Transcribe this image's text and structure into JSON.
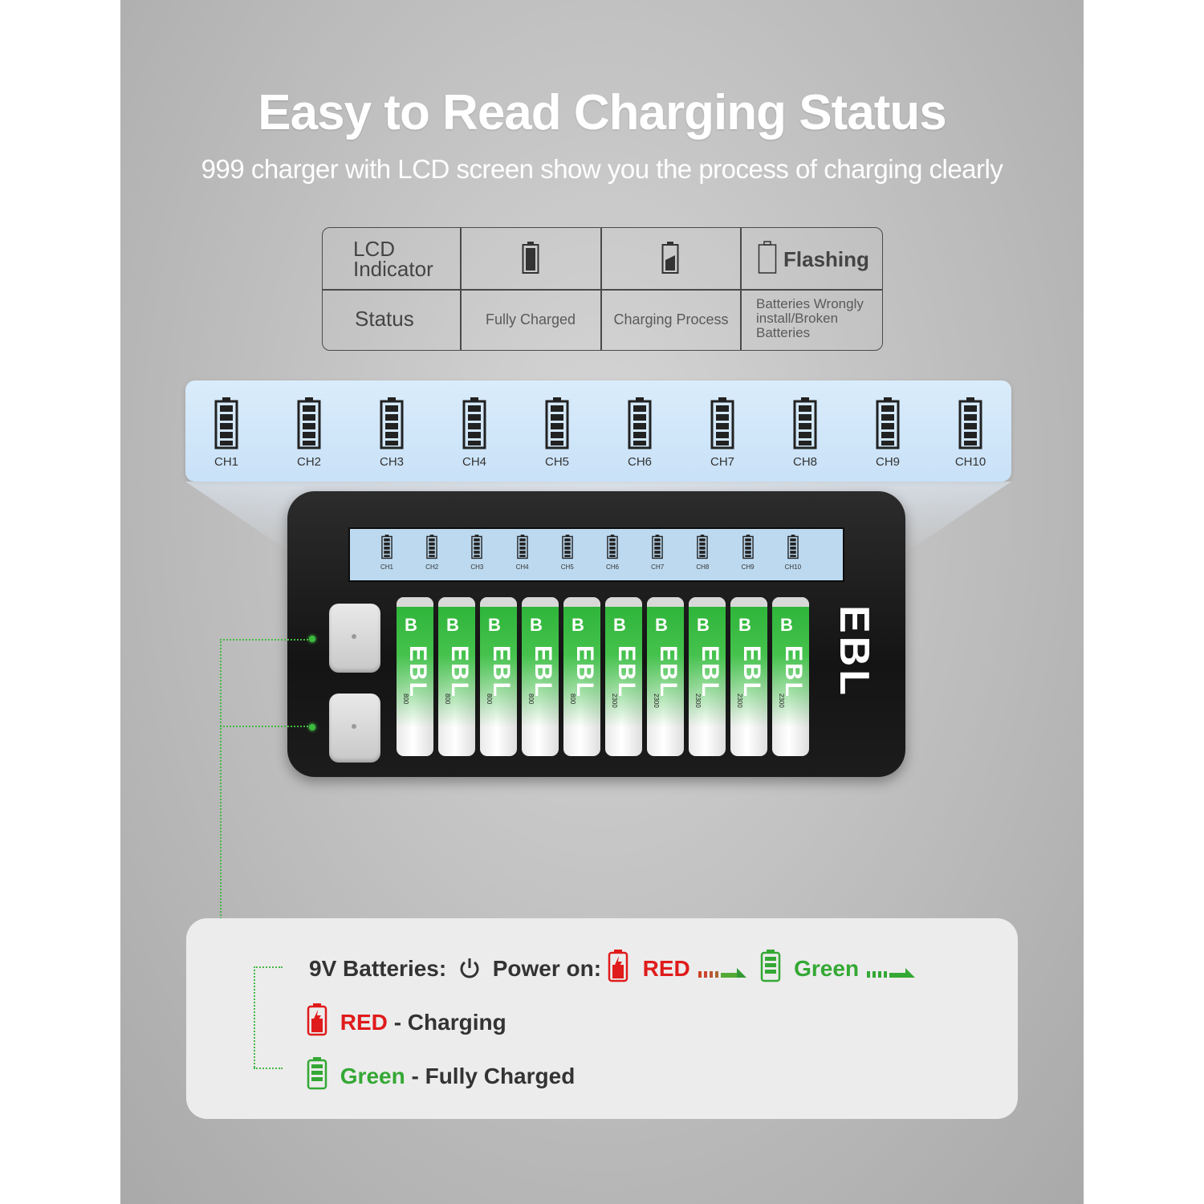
{
  "header": {
    "title": "Easy to Read Charging Status",
    "subtitle": "999 charger with LCD screen show you the process of charging clearly"
  },
  "legend_table": {
    "row1_label": "LCD Indicator",
    "row2_label": "Status",
    "columns": [
      {
        "icon": "battery-full-icon",
        "status": "Fully Charged"
      },
      {
        "icon": "battery-charging-icon",
        "status": "Charging Process"
      },
      {
        "icon": "battery-empty-icon",
        "indicator_text": "Flashing",
        "status": "Batteries Wrongly install/Broken Batteries"
      }
    ]
  },
  "lcd_channels": [
    "CH1",
    "CH2",
    "CH3",
    "CH4",
    "CH5",
    "CH6",
    "CH7",
    "CH8",
    "CH9",
    "CH10"
  ],
  "charger": {
    "brand": "EBL",
    "batteries": [
      {
        "logo": "B",
        "brand": "EBL",
        "capacity": "800"
      },
      {
        "logo": "B",
        "brand": "EBL",
        "capacity": "800"
      },
      {
        "logo": "B",
        "brand": "EBL",
        "capacity": "800"
      },
      {
        "logo": "B",
        "brand": "EBL",
        "capacity": "800"
      },
      {
        "logo": "B",
        "brand": "EBL",
        "capacity": "800"
      },
      {
        "logo": "B",
        "brand": "EBL",
        "capacity": "2300"
      },
      {
        "logo": "B",
        "brand": "EBL",
        "capacity": "2300"
      },
      {
        "logo": "B",
        "brand": "EBL",
        "capacity": "2300"
      },
      {
        "logo": "B",
        "brand": "EBL",
        "capacity": "2300"
      },
      {
        "logo": "B",
        "brand": "EBL",
        "capacity": "2300"
      }
    ]
  },
  "nine_volt": {
    "label": "9V Batteries:",
    "power_icon": "power-icon",
    "power_on": "Power on:",
    "red_word": "RED",
    "green_word": "Green",
    "red_charging_word": "RED",
    "red_charging_text": "- Charging",
    "green_charged_word": "Green",
    "green_charged_text": "- Fully Charged"
  },
  "colors": {
    "red": "#e01b1b",
    "green": "#34a834",
    "lcd": "#c9e1f7"
  }
}
